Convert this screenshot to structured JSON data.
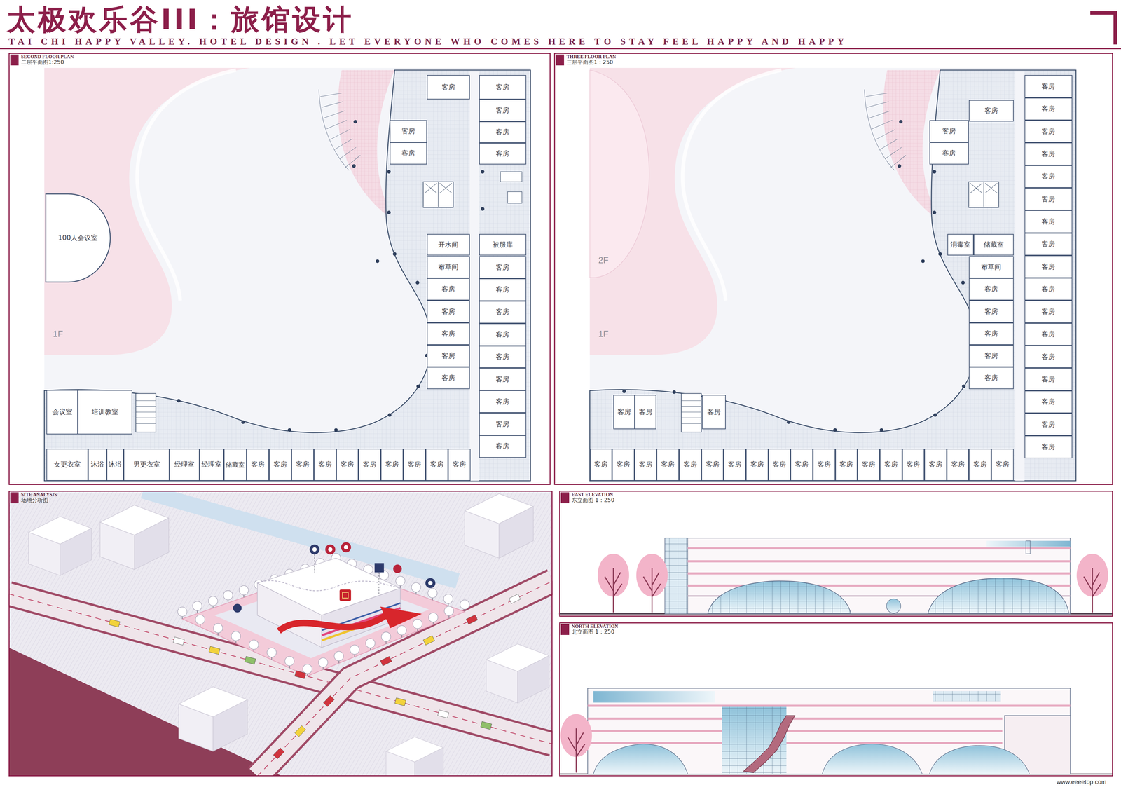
{
  "diagram": {
    "title": "太极欢乐谷III：旅馆设计",
    "nodes": [
      {
        "text": [
          "SECOND FLOOR PLAN",
          "二层平面图1:250"
        ]
      },
      {
        "text": [
          "客房"
        ],
        "in": 0
      },
      {
        "text": [
          "客房"
        ],
        "in": 0
      },
      {
        "text": [
          "客房"
        ],
        "in": 0
      },
      {
        "text": [
          "客房"
        ],
        "in": 0
      },
      {
        "text": [
          "被服库"
        ],
        "in": 0
      },
      {
        "text": [
          "客房"
        ],
        "in": 0
      },
      {
        "text": [
          "客房"
        ],
        "in": 0
      },
      {
        "text": [
          "客房"
        ],
        "in": 0
      },
      {
        "text": [
          "客房"
        ],
        "in": 0
      },
      {
        "text": [
          "客房"
        ],
        "in": 0
      },
      {
        "text": [
          "客房"
        ],
        "in": 0
      },
      {
        "text": [
          "客房"
        ],
        "in": 0
      },
      {
        "text": [
          "客房"
        ],
        "in": 0
      },
      {
        "text": [
          "客房"
        ],
        "in": 0
      },
      {
        "text": [
          "客房"
        ],
        "in": 0
      },
      {
        "text": [
          "客房"
        ],
        "in": 0
      },
      {
        "text": [
          "客房"
        ],
        "in": 0
      },
      {
        "text": [
          "开水间"
        ],
        "in": 0
      },
      {
        "text": [
          "布草间"
        ],
        "in": 0
      },
      {
        "text": [
          "客房"
        ],
        "in": 0
      },
      {
        "text": [
          "客房"
        ],
        "in": 0
      },
      {
        "text": [
          "客房"
        ],
        "in": 0
      },
      {
        "text": [
          "客房"
        ],
        "in": 0
      },
      {
        "text": [
          "客房"
        ],
        "in": 0
      },
      {
        "text": [
          "会议室"
        ],
        "in": 0
      },
      {
        "text": [
          "培训教室"
        ],
        "in": 0
      },
      {
        "text": [
          "女更衣室"
        ],
        "in": 0
      },
      {
        "text": [
          "沐浴"
        ],
        "in": 0
      },
      {
        "text": [
          "沐浴"
        ],
        "in": 0
      },
      {
        "text": [
          "男更衣室"
        ],
        "in": 0
      },
      {
        "text": [
          "经理室"
        ],
        "in": 0
      },
      {
        "text": [
          "经理室"
        ],
        "in": 0
      },
      {
        "text": [
          "储藏室"
        ],
        "in": 0
      },
      {
        "text": [
          "客房"
        ],
        "in": 0
      },
      {
        "text": [
          "客房"
        ],
        "in": 0
      },
      {
        "text": [
          "客房"
        ],
        "in": 0
      },
      {
        "text": [
          "客房"
        ],
        "in": 0
      },
      {
        "text": [
          "客房"
        ],
        "in": 0
      },
      {
        "text": [
          "客房"
        ],
        "in": 0
      },
      {
        "text": [
          "客房"
        ],
        "in": 0
      },
      {
        "text": [
          "客房"
        ],
        "in": 0
      },
      {
        "text": [
          "客房"
        ],
        "in": 0
      },
      {
        "text": [
          "客房"
        ],
        "in": 0
      },
      {
        "text": [
          "100人会议室"
        ],
        "in": 0
      },
      {
        "text": [
          "THREE FLOOR PLAN",
          "三层平面图1：250"
        ]
      },
      {
        "text": [
          "客房"
        ],
        "in": 45
      },
      {
        "text": [
          "客房"
        ],
        "in": 45
      },
      {
        "text": [
          "客房"
        ],
        "in": 45
      },
      {
        "text": [
          "客房"
        ],
        "in": 45
      },
      {
        "text": [
          "客房"
        ],
        "in": 45
      },
      {
        "text": [
          "客房"
        ],
        "in": 45
      },
      {
        "text": [
          "客房"
        ],
        "in": 45
      },
      {
        "text": [
          "客房"
        ],
        "in": 45
      },
      {
        "text": [
          "客房"
        ],
        "in": 45
      },
      {
        "text": [
          "客房"
        ],
        "in": 45
      },
      {
        "text": [
          "客房"
        ],
        "in": 45
      },
      {
        "text": [
          "客房"
        ],
        "in": 45
      },
      {
        "text": [
          "客房"
        ],
        "in": 45
      },
      {
        "text": [
          "客房"
        ],
        "in": 45
      },
      {
        "text": [
          "客房"
        ],
        "in": 45
      },
      {
        "text": [
          "客房"
        ],
        "in": 45
      },
      {
        "text": [
          "客房"
        ],
        "in": 45
      },
      {
        "text": [
          "客房"
        ],
        "in": 45
      },
      {
        "text": [
          "客房"
        ],
        "in": 45
      },
      {
        "text": [
          "客房"
        ],
        "in": 45
      },
      {
        "text": [
          "消毒室"
        ],
        "in": 45
      },
      {
        "text": [
          "储藏室"
        ],
        "in": 45
      },
      {
        "text": [
          "布草间"
        ],
        "in": 45
      },
      {
        "text": [
          "客房"
        ],
        "in": 45
      },
      {
        "text": [
          "客房"
        ],
        "in": 45
      },
      {
        "text": [
          "客房"
        ],
        "in": 45
      },
      {
        "text": [
          "客房"
        ],
        "in": 45
      },
      {
        "text": [
          "客房"
        ],
        "in": 45
      },
      {
        "text": [
          "客房"
        ],
        "in": 45
      },
      {
        "text": [
          "客房"
        ],
        "in": 45
      },
      {
        "text": [
          "客房"
        ],
        "in": 45
      },
      {
        "text": [
          "客房"
        ],
        "in": 45
      },
      {
        "text": [
          "客房"
        ],
        "in": 45
      },
      {
        "text": [
          "客房"
        ],
        "in": 45
      },
      {
        "text": [
          "客房"
        ],
        "in": 45
      },
      {
        "text": [
          "客房"
        ],
        "in": 45
      },
      {
        "text": [
          "客房"
        ],
        "in": 45
      },
      {
        "text": [
          "客房"
        ],
        "in": 45
      },
      {
        "text": [
          "客房"
        ],
        "in": 45
      },
      {
        "text": [
          "客房"
        ],
        "in": 45
      },
      {
        "text": [
          "客房"
        ],
        "in": 45
      },
      {
        "text": [
          "客房"
        ],
        "in": 45
      },
      {
        "text": [
          "客房"
        ],
        "in": 45
      },
      {
        "text": [
          "客房"
        ],
        "in": 45
      },
      {
        "text": [
          "客房"
        ],
        "in": 45
      },
      {
        "text": [
          "客房"
        ],
        "in": 45
      },
      {
        "text": [
          "客房"
        ],
        "in": 45
      },
      {
        "text": [
          "客房"
        ],
        "in": 45
      },
      {
        "text": [
          "客房"
        ],
        "in": 45
      },
      {
        "text": [
          "客房"
        ],
        "in": 45
      },
      {
        "text": [
          "SITE ANALYSIS",
          "场地分析图"
        ]
      },
      {
        "text": [
          "EAST ELEVATION",
          "东立面图 1：250"
        ]
      },
      {
        "text": [
          "NORTH ELEVATION",
          "北立面图 1：250"
        ]
      }
    ],
    "labels": [
      "TAI CHI HAPPY VALLEY. HOTEL DESIGN . LET EVERYONE WHO COMES HERE TO STAY FEEL HAPPY AND HAPPY",
      "1F",
      "2F",
      "1F",
      "www.eeeetop.com"
    ]
  }
}
